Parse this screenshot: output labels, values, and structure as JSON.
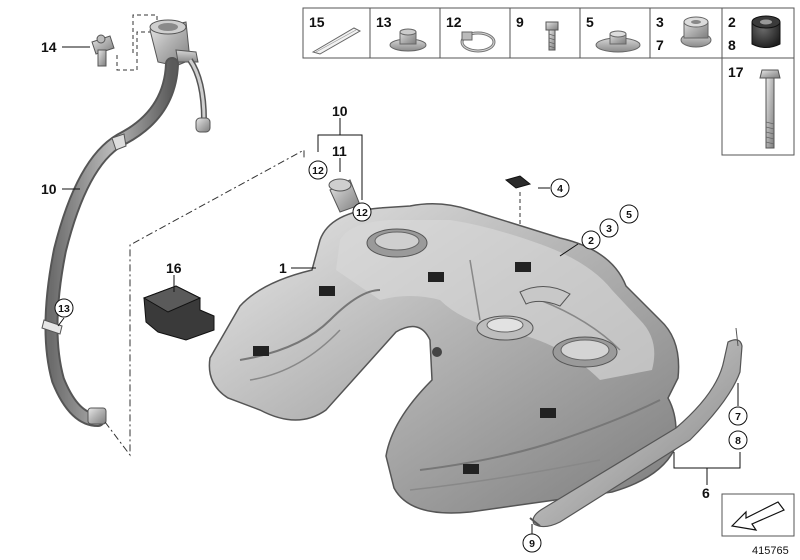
{
  "callouts": {
    "c1": "1",
    "c10_hose": "10",
    "c14": "14",
    "c13": "13",
    "c16": "16",
    "c10_top": "10",
    "c11": "11",
    "c12_a": "12",
    "c12_b": "12",
    "c4": "4",
    "c2": "2",
    "c3": "3",
    "c5": "5",
    "c7": "7",
    "c8": "8",
    "c6": "6",
    "c9": "9"
  },
  "parts_table": {
    "cells": [
      "15",
      "13",
      "12",
      "9",
      "5",
      "3",
      "7",
      "2",
      "8",
      "17"
    ]
  },
  "diagram_ref": "415765"
}
